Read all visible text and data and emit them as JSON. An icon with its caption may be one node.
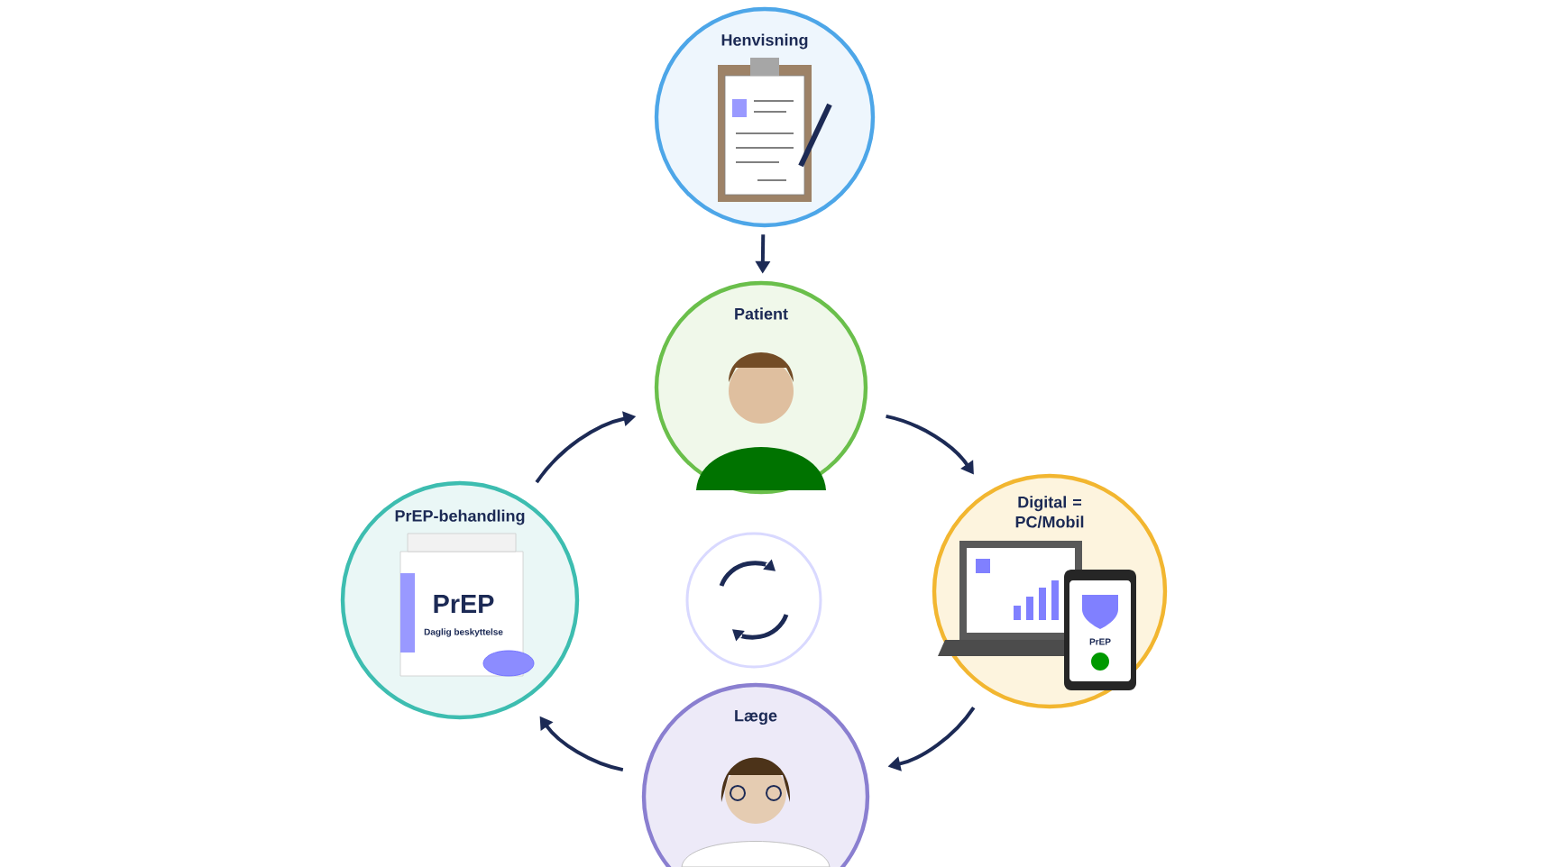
{
  "diagram": {
    "nodes": [
      {
        "text": [
          "Henvisning"
        ]
      },
      {
        "text": [
          "Patient"
        ]
      },
      {
        "text": [
          "Digital = PC/Mobil"
        ]
      },
      {
        "text": [
          "Læge"
        ]
      },
      {
        "text": [
          "PrEP-behandling"
        ]
      }
    ],
    "edges": [
      {
        "from": 0,
        "to": 1,
        "arrow": "to"
      },
      {
        "from": 1,
        "to": 2,
        "arrow": "to"
      },
      {
        "from": 2,
        "to": 3,
        "arrow": "to"
      },
      {
        "from": 3,
        "to": 4,
        "arrow": "to"
      },
      {
        "from": 4,
        "to": 1,
        "arrow": "to"
      }
    ],
    "labels": [
      "PrEP",
      "Daglig beskyttelse",
      "PrEP"
    ]
  }
}
